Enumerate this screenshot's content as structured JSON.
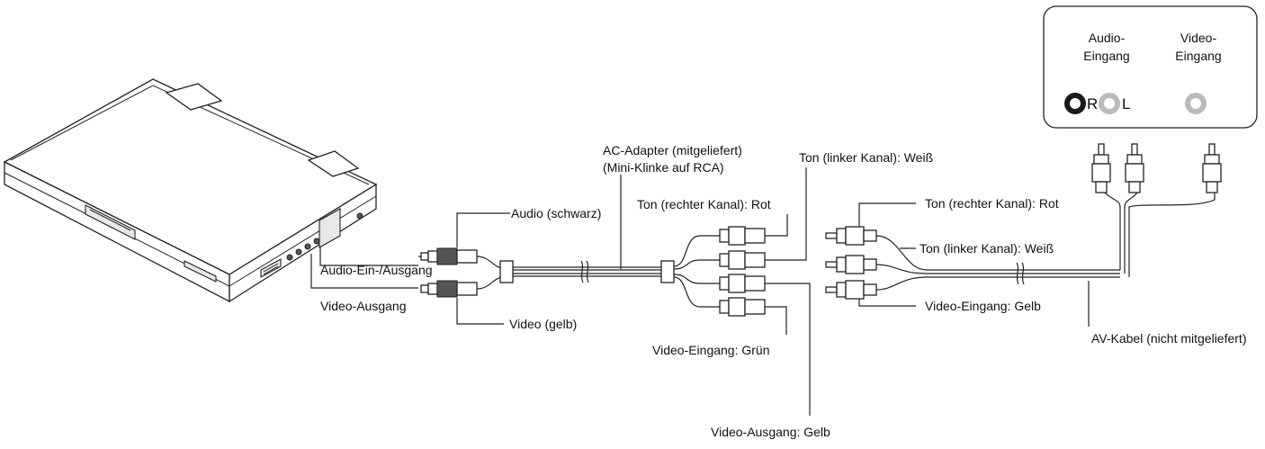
{
  "tv_panel": {
    "audio_input_line1": "Audio-",
    "audio_input_line2": "Eingang",
    "video_input_line1": "Video-",
    "video_input_line2": "Eingang",
    "right_channel": "R",
    "left_channel": "L"
  },
  "labels": {
    "audio_black": "Audio (schwarz)",
    "audio_in_out": "Audio-Ein-/Ausgang",
    "video_out": "Video-Ausgang",
    "video_yellow": "Video (gelb)",
    "ac_adapter_line1": "AC-Adapter (mitgeliefert)",
    "ac_adapter_line2": "(Mini-Klinke auf RCA)",
    "adapter_right_red": "Ton (rechter Kanal): Rot",
    "adapter_left_white": "Ton (linker Kanal): Weiß",
    "adapter_video_green": "Video-Eingang: Grün",
    "adapter_video_yellow": "Video-Ausgang: Gelb",
    "av_right_red": "Ton (rechter Kanal): Rot",
    "av_left_white": "Ton (linker Kanal): Weiß",
    "av_video_yellow": "Video-Eingang: Gelb",
    "av_cable": "AV-Kabel (nicht mitgeliefert)"
  },
  "colors": {
    "line": "#222222",
    "jack_fill": "#e8e8e8",
    "ring_dark": "#1a1a1a",
    "ring_light": "#bbbbbb"
  }
}
